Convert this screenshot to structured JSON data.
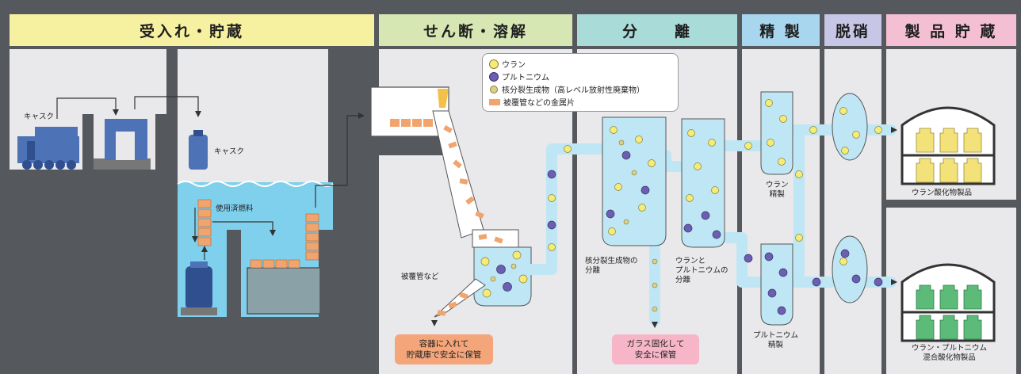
{
  "headers": [
    {
      "text": "受入れ・貯蔵",
      "color": "#f6f1a0"
    },
    {
      "text": "せん断・溶解",
      "color": "#d6e7b4"
    },
    {
      "text": "分　　離",
      "color": "#a9dcd8"
    },
    {
      "text": "精 製",
      "color": "#a9d6ef"
    },
    {
      "text": "脱硝",
      "color": "#c8c6e6"
    },
    {
      "text": "製 品 貯 蔵",
      "color": "#f4bfd3"
    }
  ],
  "legend": {
    "uranium": "ウラン",
    "plutonium": "プルトニウム",
    "fission_products": "核分裂生成物（高レベル放射性廃棄物）",
    "cladding": "被覆管などの金属片"
  },
  "labels": {
    "cask_left": "キャスク",
    "cask_right": "キャスク",
    "spent_fuel": "使用済燃料",
    "cladding_etc": "被覆管など",
    "fp_separation": "核分裂生成物の\n分離",
    "u_pu_separation": "ウランと\nプルトニウムの\n分離",
    "u_purification": "ウラン\n精製",
    "pu_purification": "プルトニウム\n精製",
    "uranium_oxide_product": "ウラン酸化物製品",
    "mox_product": "ウラン・プルトニウム\n混合酸化物製品"
  },
  "notes": {
    "container_storage": "容器に入れて\n貯蔵庫で安全に保管",
    "glass_vitrification": "ガラス固化して\n安全に保管"
  },
  "colors": {
    "uranium": "#f5ec78",
    "plutonium": "#6a5fb0",
    "fission_products": "#dccf86",
    "pipe": "#bfe6f4",
    "water": "#7fd0ec",
    "cask": "#4d72b6",
    "cladding": "#f0a46e",
    "uranium_product": "#f3e27a",
    "mox_product": "#5dbb7a"
  }
}
